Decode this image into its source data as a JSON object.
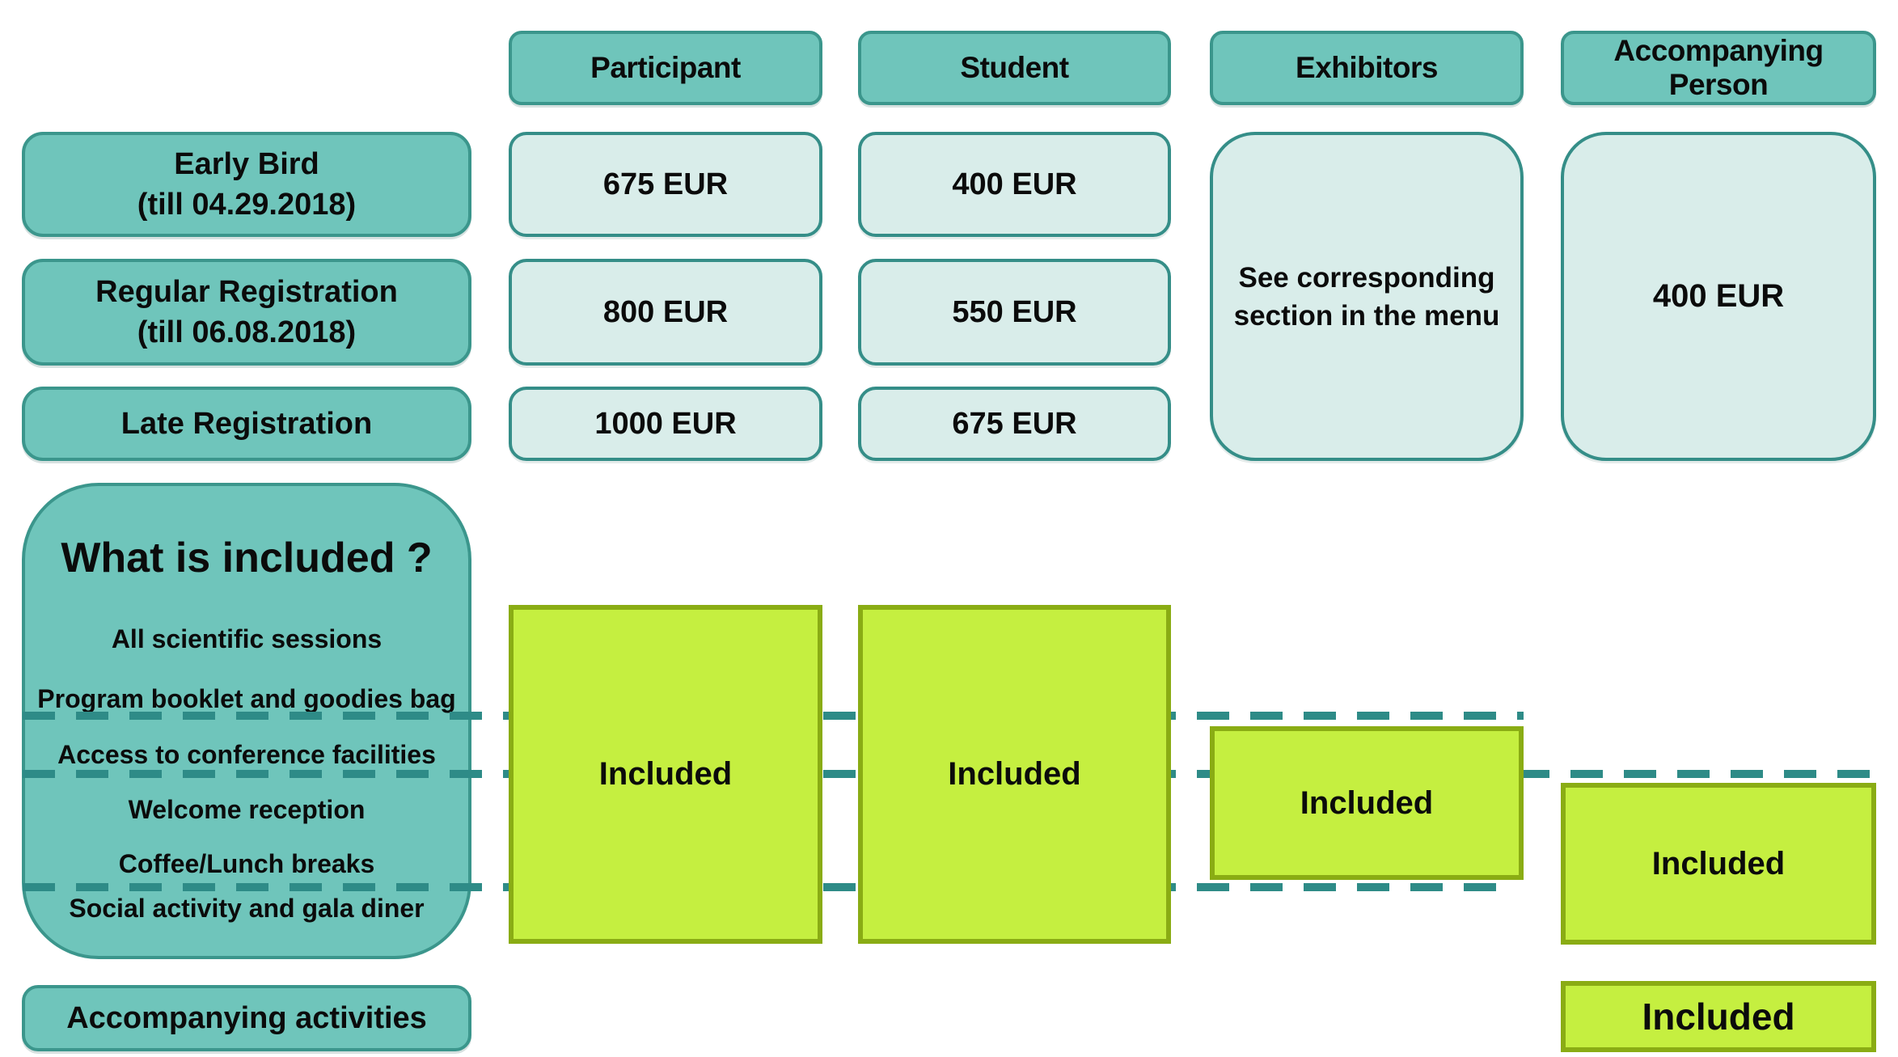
{
  "header": {
    "columns": [
      "Participant",
      "Student",
      "Exhibitors",
      "Accompanying Person"
    ]
  },
  "rows": [
    {
      "label": "Early Bird",
      "sublabel": "(till 04.29.2018)",
      "participant_price": "675 EUR",
      "student_price": "400 EUR"
    },
    {
      "label": "Regular Registration",
      "sublabel": "(till 06.08.2018)",
      "participant_price": "800 EUR",
      "student_price": "550 EUR"
    },
    {
      "label": "Late Registration",
      "participant_price": "1000 EUR",
      "student_price": "675 EUR"
    }
  ],
  "exhibitors": {
    "note_line1": "See corresponding",
    "note_line2": "section in the menu"
  },
  "accompanying_person": {
    "price": "400 EUR"
  },
  "included": {
    "title": "What is included ?",
    "items": [
      "All scientific sessions",
      "Program booklet and goodies bag",
      "Access to conference facilities",
      "Welcome reception",
      "Coffee/Lunch breaks",
      "Social activity and gala diner"
    ],
    "cells": {
      "participant": "Included",
      "student": "Included",
      "exhibitors": "Included",
      "accompanying_person": "Included",
      "accompanying_activities": "Included"
    },
    "accompanying_activities_label": "Accompanying activities"
  },
  "colors": {
    "teal_fill": "#6FC5BB",
    "teal_border": "#3B968C",
    "light_fill": "#D9EDEA",
    "light_border": "#358E88",
    "green_fill": "#C5EF40",
    "green_border": "#8AAC14",
    "dash_line": "#2E8B87",
    "text": "#0B0B0B",
    "background": "#FFFFFF"
  }
}
